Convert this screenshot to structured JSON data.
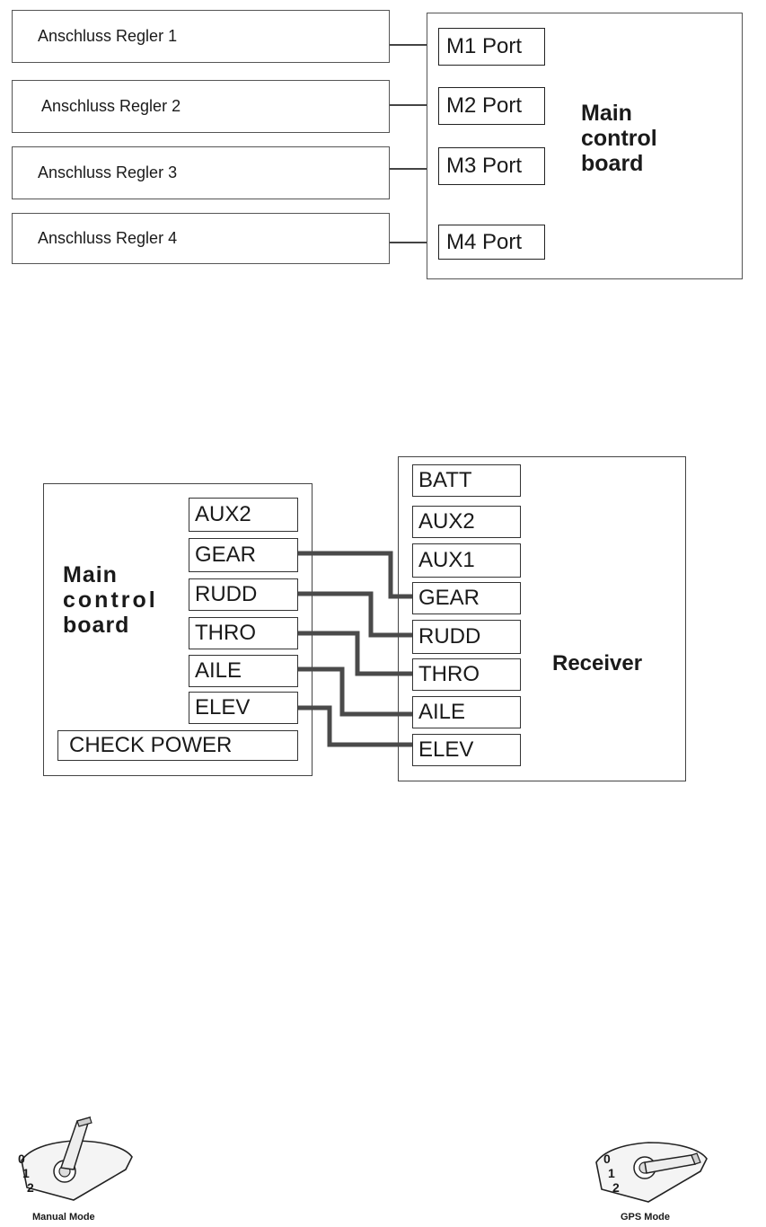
{
  "diagram1": {
    "regulators": [
      "Anschluss Regler 1",
      "Anschluss Regler 2",
      "Anschluss Regler 3",
      "Anschluss Regler 4"
    ],
    "ports": [
      "M1 Port",
      "M2 Port",
      "M3 Port",
      "M4 Port"
    ],
    "board_label": [
      "Main",
      "control",
      "board"
    ]
  },
  "diagram2": {
    "board_label": [
      "Main",
      "control",
      "board"
    ],
    "board_channels": [
      "AUX2",
      "GEAR",
      "RUDD",
      "THRO",
      "AILE",
      "ELEV"
    ],
    "check_power": "CHECK POWER",
    "receiver_label": "Receiver",
    "receiver_channels": [
      "BATT",
      "AUX2",
      "AUX1",
      "GEAR",
      "RUDD",
      "THRO",
      "AILE",
      "ELEV"
    ]
  },
  "modes": {
    "manual": {
      "label": "Manual Mode",
      "digits": [
        "0",
        "1",
        "2"
      ]
    },
    "gps": {
      "label": "GPS Mode",
      "digits": [
        "0",
        "1",
        "2"
      ]
    }
  }
}
